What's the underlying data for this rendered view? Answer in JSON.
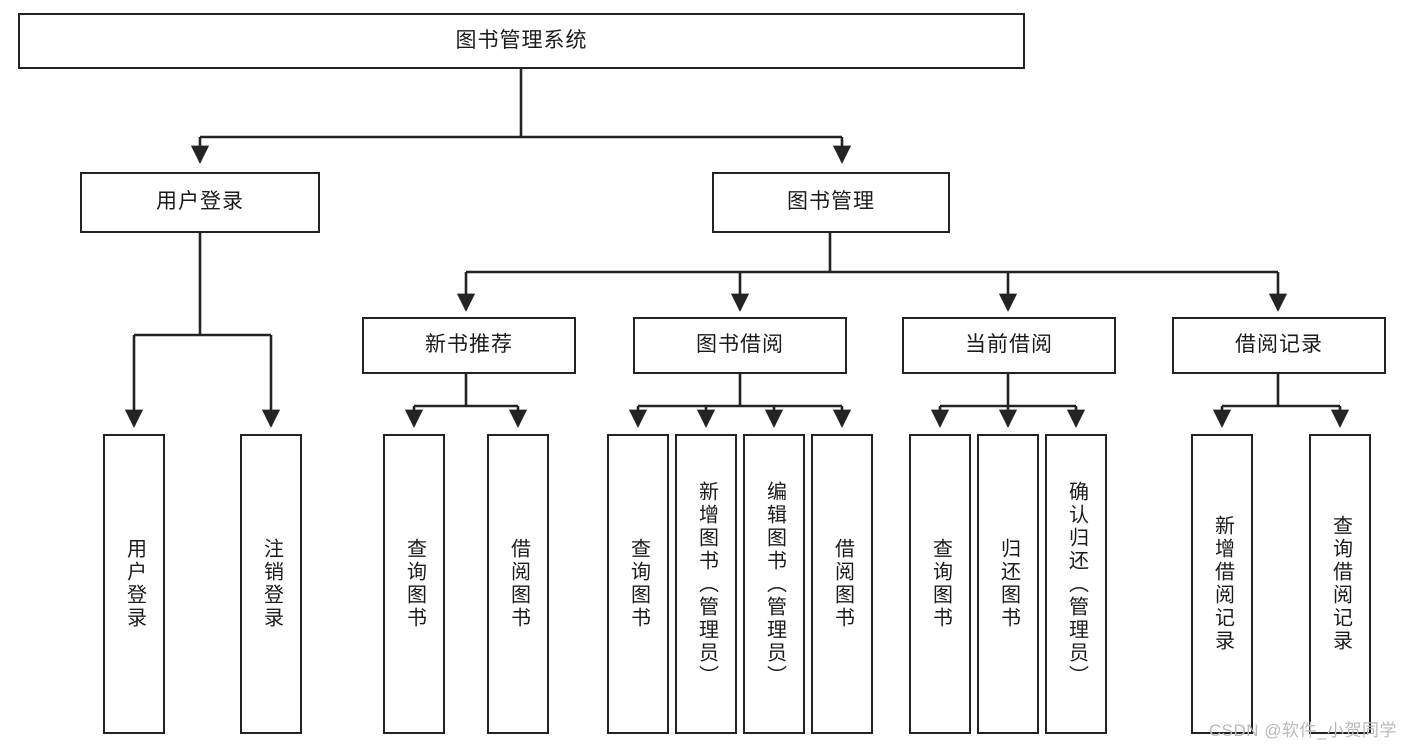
{
  "diagram": {
    "type": "tree",
    "title": "图书管理系统",
    "watermark": "CSDN @软件_小贺同学",
    "nodes": {
      "root": {
        "label": "图书管理系统"
      },
      "level2": [
        {
          "id": "user-login",
          "label": "用户登录"
        },
        {
          "id": "book-manage",
          "label": "图书管理"
        }
      ],
      "level3": [
        {
          "id": "new-book-recommend",
          "label": "新书推荐"
        },
        {
          "id": "book-borrow",
          "label": "图书借阅"
        },
        {
          "id": "current-borrow",
          "label": "当前借阅"
        },
        {
          "id": "borrow-record",
          "label": "借阅记录"
        }
      ],
      "leaves": {
        "user-login": [
          {
            "id": "leaf-user-login",
            "label": "用户登录"
          },
          {
            "id": "leaf-user-logout",
            "label": "注销登录"
          }
        ],
        "new-book-recommend": [
          {
            "id": "leaf-query-book-1",
            "label": "查询图书"
          },
          {
            "id": "leaf-borrow-book-1",
            "label": "借阅图书"
          }
        ],
        "book-borrow": [
          {
            "id": "leaf-query-book-2",
            "label": "查询图书"
          },
          {
            "id": "leaf-add-book",
            "label": "新增图书（管理员）"
          },
          {
            "id": "leaf-edit-book",
            "label": "编辑图书（管理员）"
          },
          {
            "id": "leaf-borrow-book-2",
            "label": "借阅图书"
          }
        ],
        "current-borrow": [
          {
            "id": "leaf-query-book-3",
            "label": "查询图书"
          },
          {
            "id": "leaf-return-book",
            "label": "归还图书"
          },
          {
            "id": "leaf-confirm-return",
            "label": "确认归还（管理员）"
          }
        ],
        "borrow-record": [
          {
            "id": "leaf-add-record",
            "label": "新增借阅记录"
          },
          {
            "id": "leaf-query-record",
            "label": "查询借阅记录"
          }
        ]
      }
    },
    "colors": {
      "stroke": "#232323",
      "fill": "#ffffff",
      "text": "#1b1b1b",
      "watermark": "#b9b9b9"
    }
  }
}
